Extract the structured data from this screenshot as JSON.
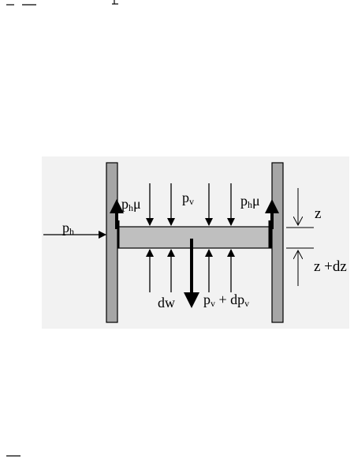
{
  "diagram": {
    "labels": {
      "ph_left": "p",
      "ph_left_sub": "h",
      "ph_mu_left": "p",
      "ph_mu_left_sub": "h",
      "ph_mu_left_tail": "μ",
      "pv_top": "p",
      "pv_top_sub": "v",
      "ph_mu_right": "p",
      "ph_mu_right_sub": "h",
      "ph_mu_right_tail": "μ",
      "z": "z",
      "z_dz": "z +dz",
      "dw": "dw",
      "pv_bottom": "p",
      "pv_bottom_sub": "v",
      "pv_bottom_plus": " + dp",
      "pv_bottom_sub2": "v"
    },
    "colors": {
      "background": "#ffffff",
      "panel": "#f2f2f2",
      "wall": "#a6a6a6",
      "slice": "#bfbfbf",
      "stroke": "#000000"
    }
  }
}
